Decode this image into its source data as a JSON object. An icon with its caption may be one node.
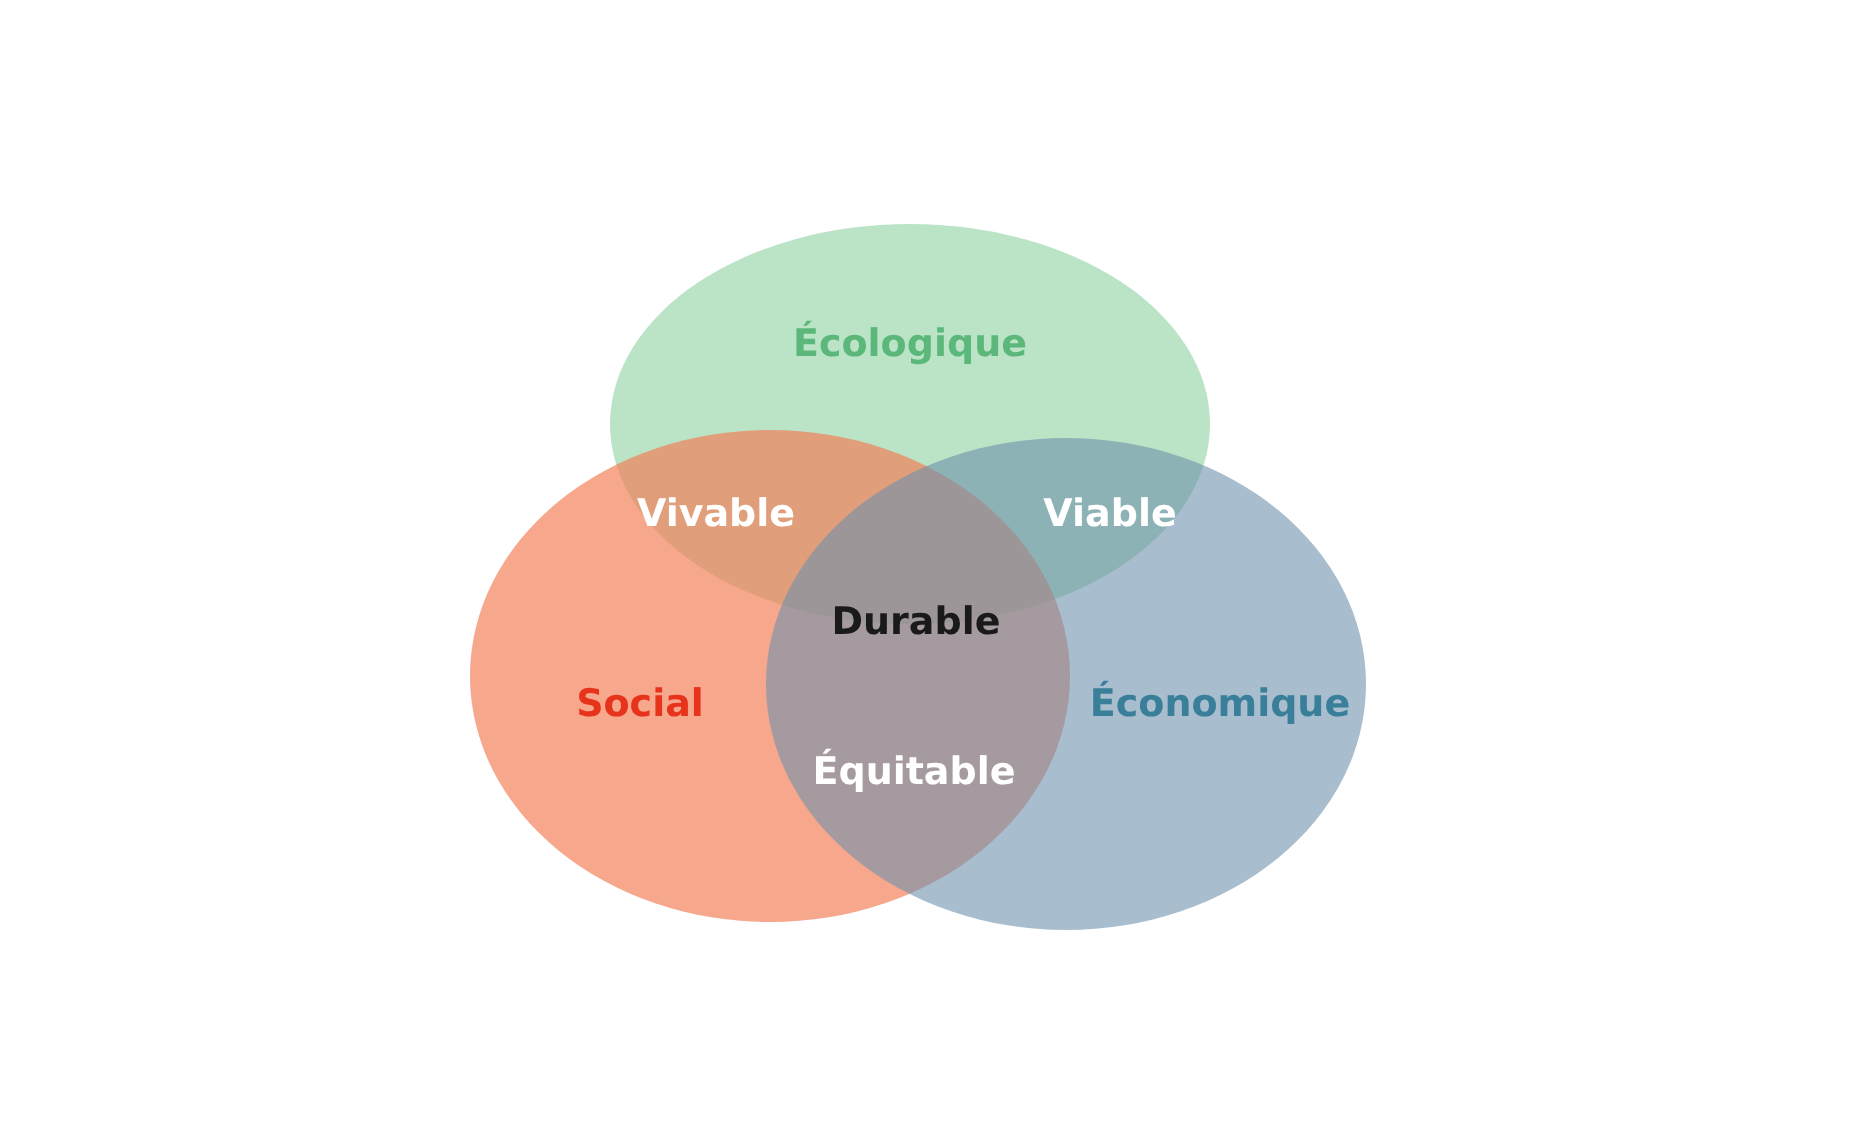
{
  "diagram": {
    "nodes": [
      {
        "text": [
          "Écologique"
        ]
      },
      {
        "text": [
          "Social"
        ]
      },
      {
        "text": [
          "Économique"
        ]
      }
    ],
    "labels": [
      "Vivable",
      "Viable",
      "Durable",
      "Équitable"
    ]
  }
}
